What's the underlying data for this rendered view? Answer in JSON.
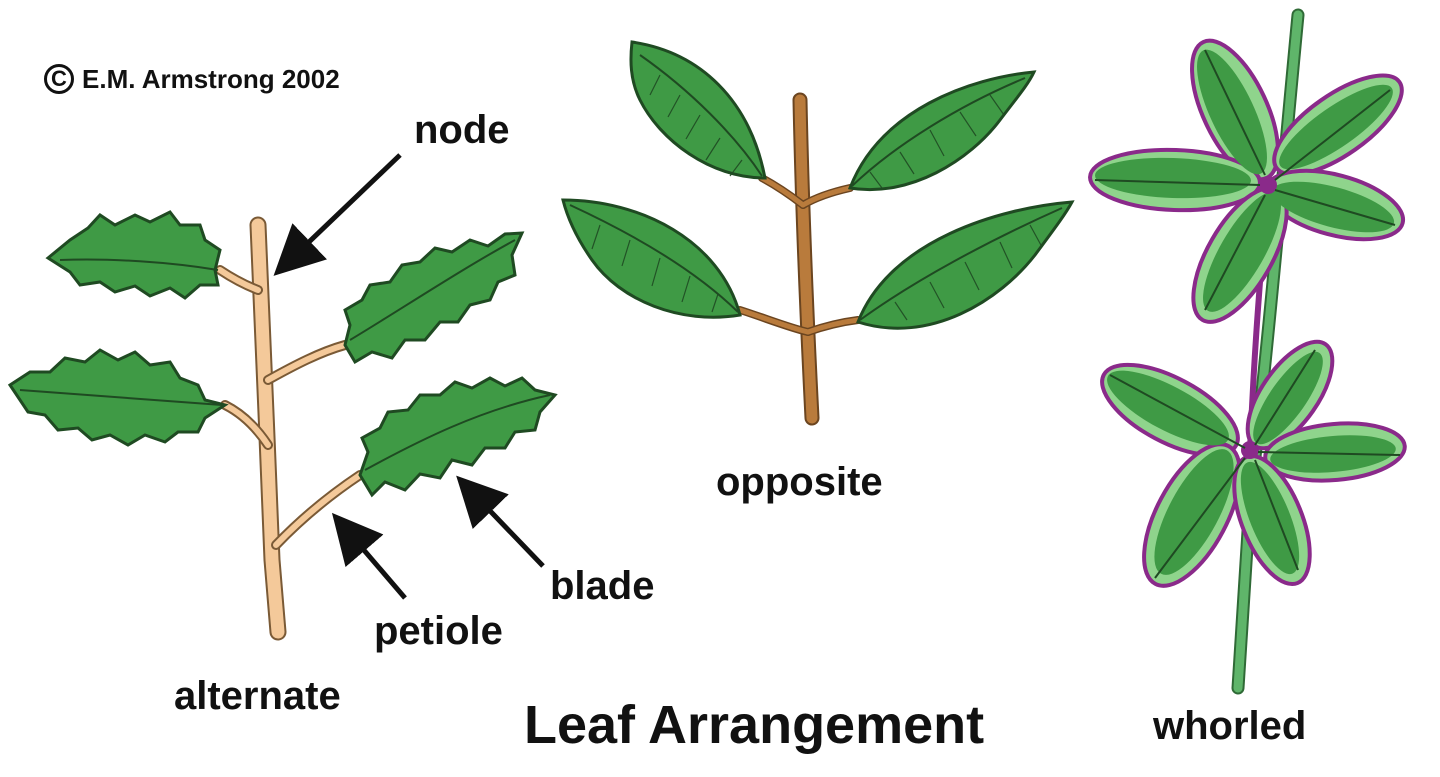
{
  "copyright": {
    "symbol": "C",
    "text": "E.M. Armstrong 2002"
  },
  "labels": {
    "node": "node",
    "opposite": "opposite",
    "blade": "blade",
    "petiole": "petiole",
    "alternate": "alternate",
    "whorled": "whorled"
  },
  "title": "Leaf Arrangement",
  "colors": {
    "leaf_green": "#3f9a45",
    "leaf_dark": "#1f5a27",
    "leaf_light": "#8fd48c",
    "stem_tan": "#f4c99a",
    "stem_brown": "#b97b3c",
    "whorl_purple": "#8a2a8a",
    "text": "#111111"
  }
}
